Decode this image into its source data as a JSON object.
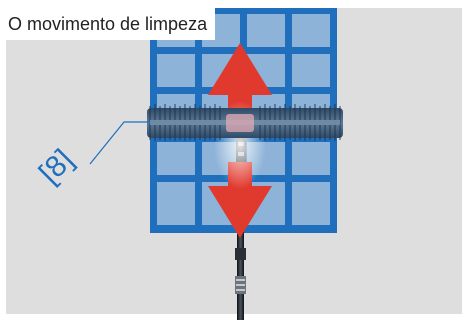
{
  "figure": {
    "title": "O movimento de limpeza",
    "callout": "[8]",
    "colors": {
      "panel": "#dedede",
      "window_frame": "#1f6fbd",
      "window_glass": "#8eb3d8",
      "arrow": "#e03a2e",
      "brush": "#3b4f63",
      "pole": "#1b1f24",
      "callout": "#1f6fbd"
    },
    "illustration": "window-cleaning-brush-up-down-motion"
  }
}
